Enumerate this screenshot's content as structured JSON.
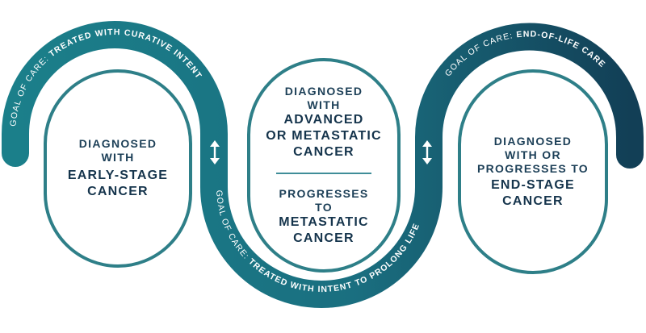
{
  "colors": {
    "band_gradient_start": "#1b7f8a",
    "band_gradient_end": "#123f56",
    "card_border": "#2e7f88",
    "text_dark": "#15344c"
  },
  "bands": {
    "curative": {
      "prefix": "GOAL OF CARE:",
      "emphasis": "TREATED WITH CURATIVE INTENT"
    },
    "prolong": {
      "prefix": "GOAL OF CARE:",
      "emphasis": "TREATED WITH INTENT TO PROLONG LIFE"
    },
    "end_of_life": {
      "prefix": "GOAL OF CARE:",
      "emphasis": "END-OF-LIFE CARE"
    }
  },
  "icons": [
    "double-arrow-vertical-icon",
    "double-arrow-vertical-icon"
  ],
  "cards": {
    "early": {
      "lines": [
        "DIAGNOSED",
        "WITH"
      ],
      "bold": [
        "EARLY-STAGE",
        "CANCER"
      ]
    },
    "advanced": {
      "lines": [
        "DIAGNOSED",
        "WITH"
      ],
      "bold": [
        "ADVANCED",
        "OR METASTATIC",
        "CANCER"
      ]
    },
    "progresses": {
      "lines": [
        "PROGRESSES",
        "TO"
      ],
      "bold": [
        "METASTATIC",
        "CANCER"
      ]
    },
    "end_stage": {
      "lines": [
        "DIAGNOSED",
        "WITH OR",
        "PROGRESSES TO"
      ],
      "bold": [
        "END-STAGE",
        "CANCER"
      ]
    }
  }
}
